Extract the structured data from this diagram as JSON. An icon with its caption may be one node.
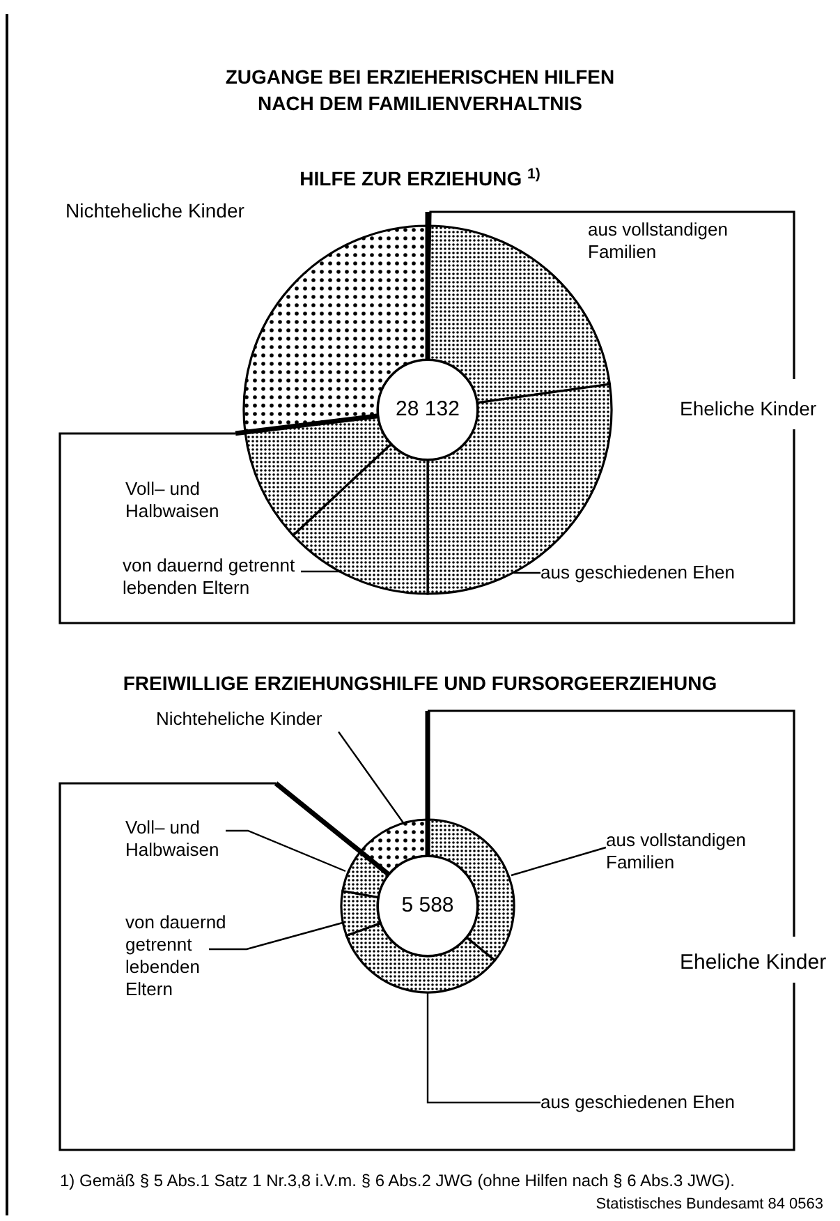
{
  "diagram": {
    "title": "ZUGANGE BEI ERZIEHERISCHEN HILFEN NACH DEM FAMILIENVERHALTNIS",
    "nodes": [
      {
        "text": [
          "28 132"
        ]
      },
      {
        "text": [],
        "shape": "slice"
      },
      {
        "text": [],
        "shape": "slice"
      },
      {
        "text": [
          "von dauernd getrennt lebenden Eltern"
        ]
      },
      {
        "text": [
          "aus geschiedenen Ehen"
        ]
      },
      {
        "text": [
          "5 588"
        ]
      },
      {
        "text": [],
        "shape": "slice"
      },
      {
        "text": [],
        "shape": "slice"
      },
      {
        "text": [],
        "shape": "slice"
      },
      {
        "text": [],
        "shape": "slice"
      },
      {
        "text": [],
        "shape": "slice"
      },
      {
        "text": [
          "Nichteheliche Kinder"
        ]
      },
      {
        "text": [
          "Voll– und Halbwaisen"
        ]
      },
      {
        "text": [
          "von dauernd getrennt lebenden Eltern"
        ]
      },
      {
        "text": [
          "aus vollstandigen Familien"
        ]
      },
      {
        "text": [
          "aus geschiedenen Ehen"
        ]
      },
      {
        "text": [],
        "shape": "slice"
      },
      {
        "text": [],
        "shape": "slice"
      },
      {
        "text": [],
        "shape": "slice"
      }
    ],
    "edges": [
      {
        "from": 3,
        "to": 2,
        "arrow": "none"
      },
      {
        "from": 4,
        "to": 1,
        "arrow": "none"
      },
      {
        "from": 11,
        "to": 6,
        "arrow": "none"
      },
      {
        "from": 12,
        "to": 7,
        "arrow": "none"
      },
      {
        "from": 13,
        "to": 8,
        "arrow": "none"
      },
      {
        "from": 14,
        "to": 9,
        "arrow": "none"
      },
      {
        "from": 15,
        "to": 10,
        "arrow": "none"
      }
    ],
    "labels": [
      "HILFE ZUR ERZIEHUNG $^{1)}$",
      "Nichteheliche Kinder",
      "aus vollstandigen Familien",
      "Eheliche Kinder",
      "Voll– und Halbwaisen",
      "FREIWILLIGE ERZIEHUNGSHILFE UND FURSORGEERZIEHUNG",
      "Eheliche Kinder",
      "1) Gemäß § 5 Abs.1 Satz 1 Nr.3,8 i.V.m. § 6 Abs.2 JWG (ohne Hilfen nach § 6 Abs.3 JWG).",
      "Statistisches Bundesamt 84 0563"
    ]
  }
}
